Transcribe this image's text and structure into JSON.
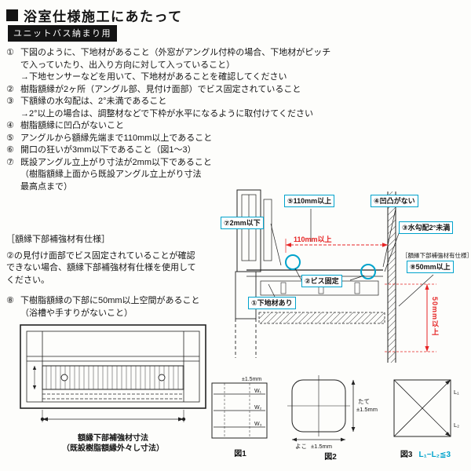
{
  "header": {
    "title": "浴室仕様施工にあたって",
    "badge": "ユニットバス納まり用"
  },
  "notes": [
    {
      "num": "①",
      "lines": [
        "下図のように、下地材があること（外窓がアングル付枠の場合、下地材がピッチ",
        "で入っていたり、出入り方向に対して入っていること）",
        "→下地センサーなどを用いて、下地材があることを確認してください"
      ]
    },
    {
      "num": "②",
      "lines": [
        "樹脂額縁が2ヶ所（アングル部、見付け面部）でビス固定されていること"
      ]
    },
    {
      "num": "③",
      "lines": [
        "下額縁の水勾配は、2°未満であること",
        "→2°以上の場合は、調整材などで下枠が水平になるように取付けてください"
      ]
    },
    {
      "num": "④",
      "lines": [
        "樹脂額縁に凹凸がないこと"
      ]
    },
    {
      "num": "⑤",
      "lines": [
        "アングルから額縁先端まで110mm以上であること"
      ]
    },
    {
      "num": "⑥",
      "lines": [
        "開口の狂いが3mm以下であること（図1〜3）"
      ]
    },
    {
      "num": "⑦",
      "lines": [
        "既設アングル立上がり寸法が2mm以下であること",
        "（樹脂額縁上面から既設アングル立上がり寸法",
        "最高点まで）"
      ]
    }
  ],
  "reinforcement": {
    "heading": "［額縁下部補強材有仕様］",
    "body": [
      "②の見付け面部でビス固定されていることが確認",
      "できない場合、額縁下部補強材有仕様を使用して",
      "ください。"
    ],
    "item_num": "⑧",
    "item_lines": [
      "下樹脂額縁の下部に50mm以上空間があること",
      "（浴槽や手すりがないこと）"
    ]
  },
  "diagram": {
    "callout_5": "⑤110mm以上",
    "callout_4": "④凹凸がない",
    "callout_7": "⑦2mm以下",
    "callout_3": "③水勾配2°未満",
    "callout_8": "⑧50mm以上",
    "callout_2": "②ビス固定",
    "callout_1": "①下地材あり",
    "reinforce_label": "［額縁下部補強材有仕様］",
    "dim_110": "110mm以上",
    "dim_50": "50mm以上",
    "accent_color": "#00a3cc",
    "dim_color": "#e62424"
  },
  "bottom_left": {
    "caption_line1": "額縁下部補強材寸法",
    "caption_line2": "（既設樹脂額縁外々し寸法）"
  },
  "figures": {
    "fig1": {
      "label": "図1",
      "tol": "±1.5mm",
      "w1": "W₁",
      "w2": "W₂",
      "w3": "W₃"
    },
    "fig2": {
      "label": "図2",
      "v_name": "たて",
      "v_tol": "±1.5mm",
      "h_name": "よこ",
      "h_tol": "±1.5mm"
    },
    "fig3": {
      "label": "図3",
      "l1": "L₁",
      "l2": "L₂",
      "formula": "L₁−L₂≦3"
    }
  }
}
